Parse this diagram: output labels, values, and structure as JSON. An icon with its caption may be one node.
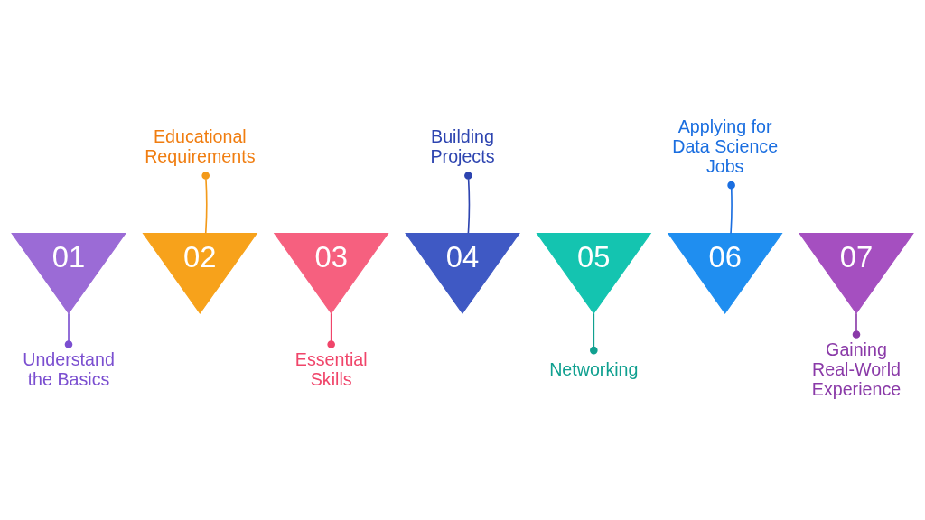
{
  "diagram": {
    "nodes": [
      {
        "text": [
          "01"
        ]
      },
      {
        "text": [
          "02"
        ]
      },
      {
        "text": [
          "03"
        ]
      },
      {
        "text": [
          "04"
        ]
      },
      {
        "text": [
          "05"
        ]
      },
      {
        "text": [
          "06"
        ]
      },
      {
        "text": [
          "07"
        ]
      },
      {
        "text": [
          "Understand the Basics"
        ]
      },
      {
        "text": [
          "Educational Requirements"
        ]
      },
      {
        "text": [
          "Essential Skills"
        ]
      },
      {
        "text": [
          "Building Projects"
        ]
      },
      {
        "text": [
          "Networking"
        ]
      },
      {
        "text": [
          "Applying for Data Science Jobs"
        ]
      },
      {
        "text": [
          "Gaining Real-World Experience"
        ]
      }
    ],
    "edges": [
      {
        "from": 0,
        "to": 7,
        "arrow": "other",
        "color": "#7b4fd0"
      },
      {
        "from": 1,
        "to": 8,
        "arrow": "other",
        "color": "#f39a1a"
      },
      {
        "from": 2,
        "to": 9,
        "arrow": "other",
        "color": "#f0456a"
      },
      {
        "from": 3,
        "to": 10,
        "arrow": "other",
        "color": "#2d44b0"
      },
      {
        "from": 4,
        "to": 11,
        "arrow": "other",
        "color": "#10a090"
      },
      {
        "from": 5,
        "to": 12,
        "arrow": "other",
        "color": "#1a6ee0"
      },
      {
        "from": 6,
        "to": 13,
        "arrow": "other",
        "color": "#8a3aa8"
      }
    ]
  }
}
